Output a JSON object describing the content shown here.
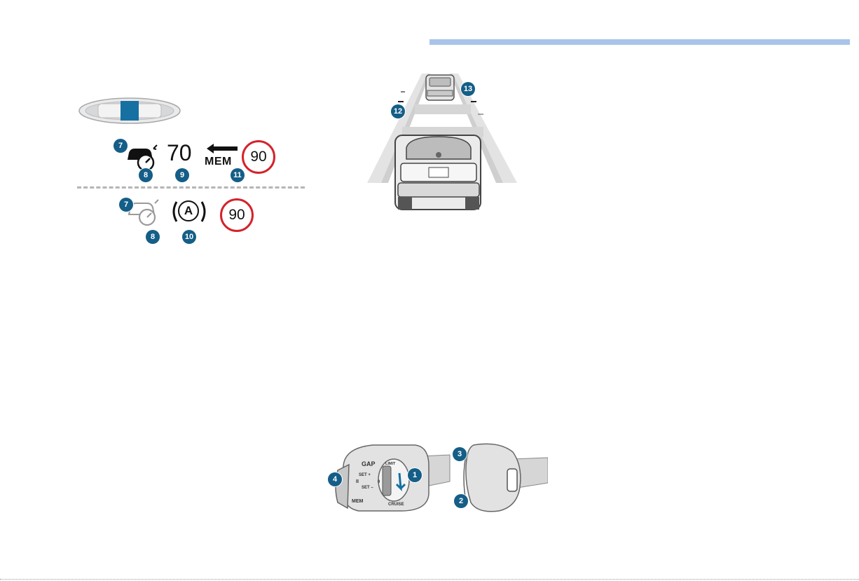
{
  "dashboard": {
    "speed_value": "70",
    "mem_label": "MEM",
    "limit_sign_top": "90",
    "limit_sign_bottom": "90",
    "auto_letter": "A",
    "callouts": {
      "c7_top": "7",
      "c8_top": "8",
      "c9": "9",
      "c11": "11",
      "c7_bottom": "7",
      "c8_bottom": "8",
      "c10": "10"
    }
  },
  "road": {
    "callouts": {
      "c12": "12",
      "c13": "13"
    }
  },
  "stalk": {
    "gap_label": "GAP",
    "set_plus_label": "SET +",
    "set_minus_label": "SET –",
    "mem_label": "MEM",
    "limit_label": "LIMIT",
    "cruise_label": "CRUISE",
    "zero_label": "0",
    "pause_label": "II",
    "callouts": {
      "c1": "1",
      "c2": "2",
      "c3": "3",
      "c4": "4"
    }
  },
  "colors": {
    "accent_rule": "#a9c4ea",
    "callout_badge": "#145e87",
    "speed_sign_ring": "#d4232b"
  }
}
